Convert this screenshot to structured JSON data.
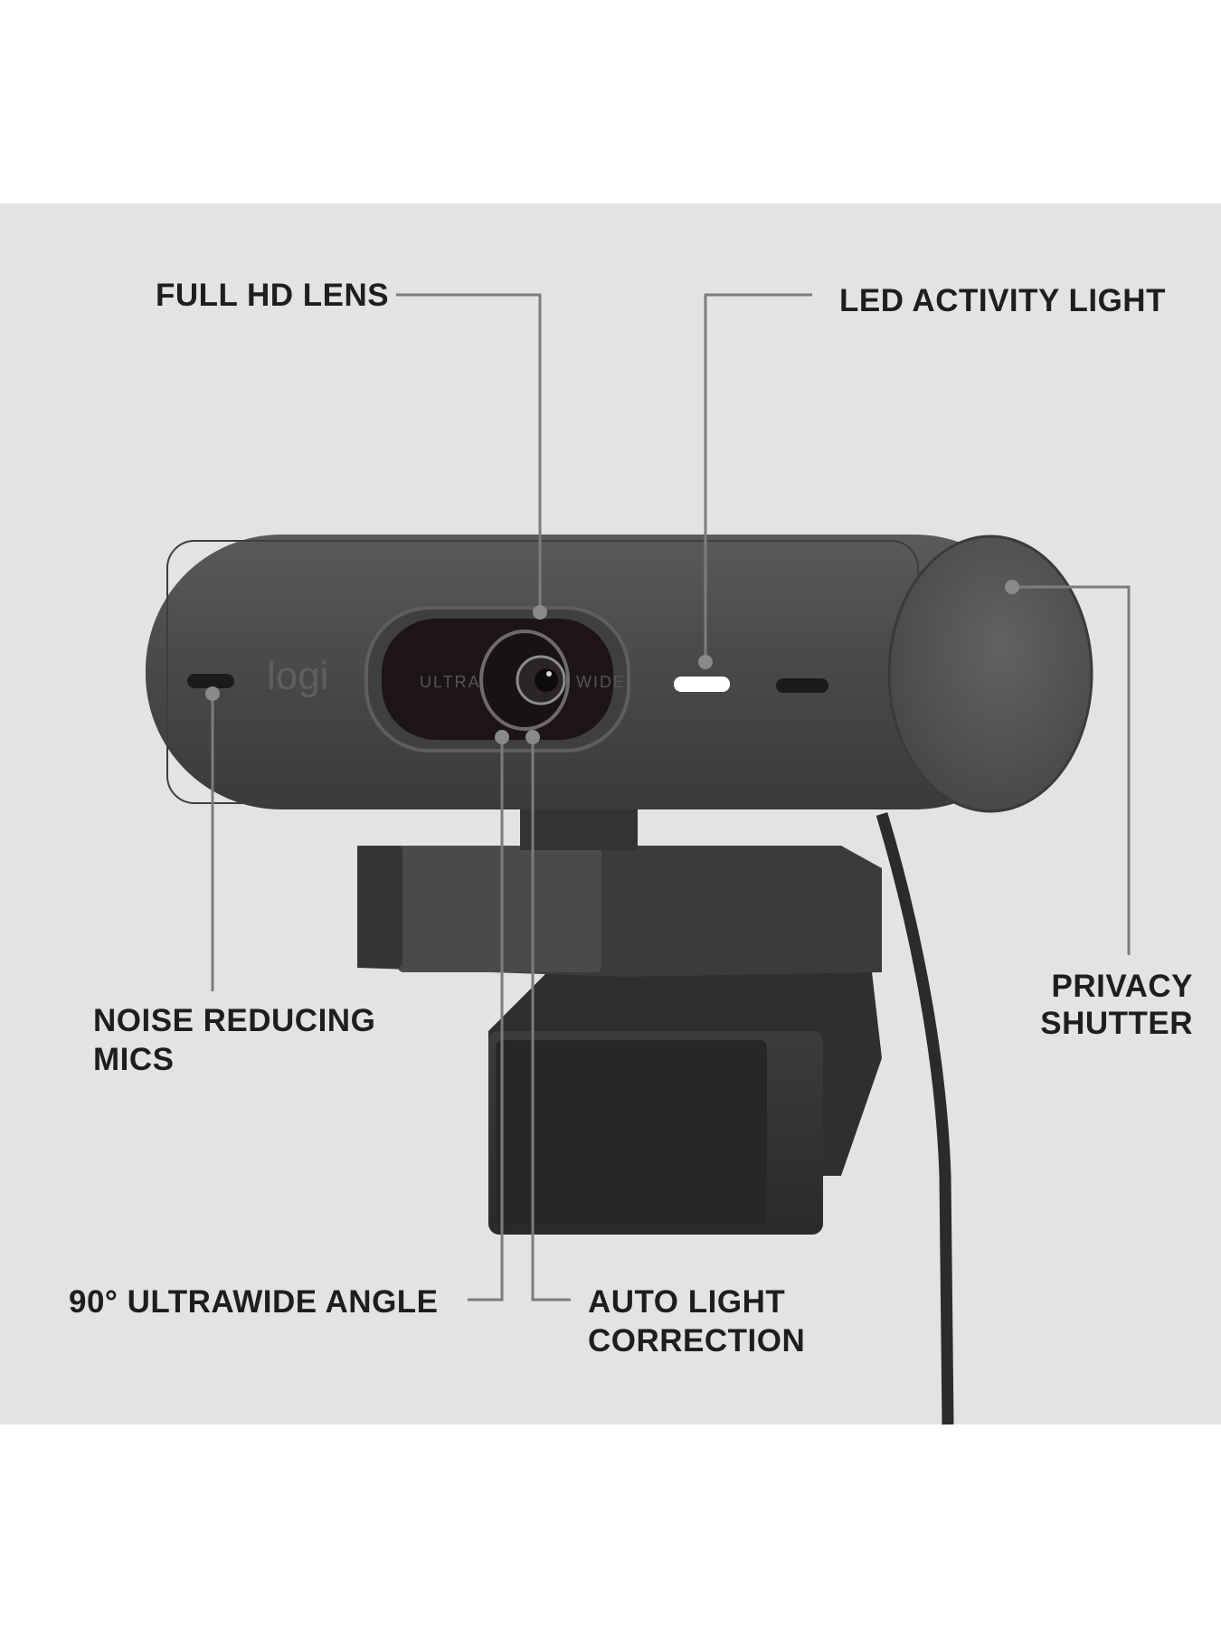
{
  "callouts": {
    "full_hd_lens": "FULL HD LENS",
    "led_activity_light": "LED ACTIVITY LIGHT",
    "noise_reducing_mics_1": "NOISE REDUCING",
    "noise_reducing_mics_2": "MICS",
    "privacy_shutter_1": "PRIVACY",
    "privacy_shutter_2": "SHUTTER",
    "ultrawide_angle": "90° ULTRAWIDE ANGLE",
    "auto_light_correction_1": "AUTO LIGHT",
    "auto_light_correction_2": "CORRECTION"
  },
  "product": {
    "logo": "logi",
    "lens_left_text": "ULTRA",
    "lens_right_text": "WIDE"
  },
  "colors": {
    "panel": "#e3e3e5",
    "camera_body": "#4a4a4c",
    "leader_line": "#7c7c7c",
    "led": "#ffffff"
  }
}
